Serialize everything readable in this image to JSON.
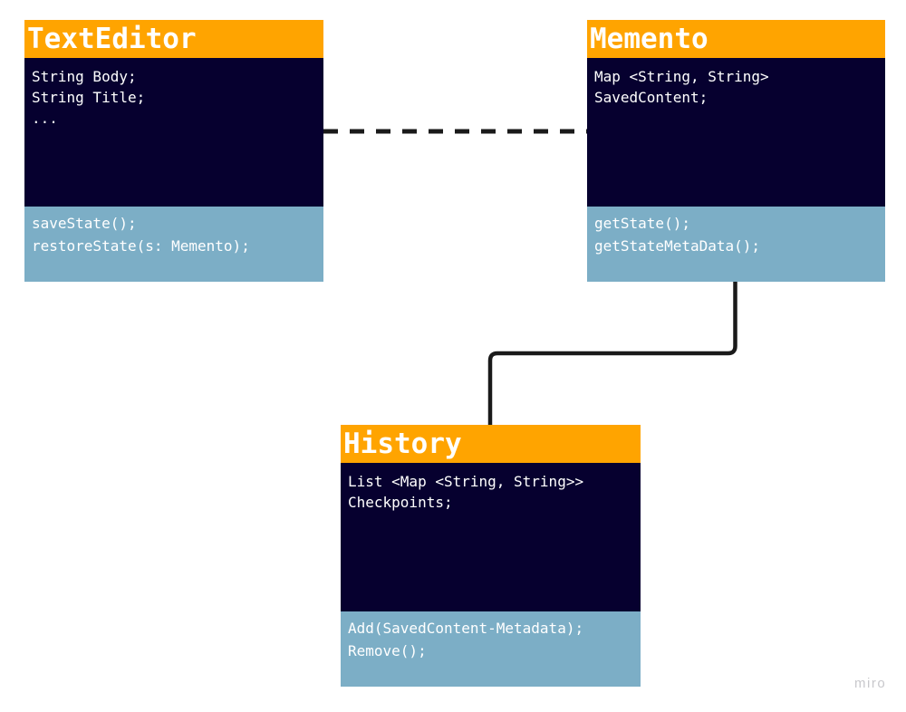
{
  "colors": {
    "canvas_bg": "#FFFFFF",
    "header_bg": "#FFA400",
    "fields_bg": "#06002F",
    "methods_bg": "#7CAEC6",
    "title_color": "#FFFFFF",
    "code_color": "#FFFFFF",
    "connector_color": "#1A1A1A",
    "watermark_color": "#C8C8CC"
  },
  "classes": [
    {
      "id": "texteditor",
      "title": "TextEditor",
      "fields": [
        "String Body;",
        "String Title;",
        "..."
      ],
      "methods": [
        "saveState();",
        "restoreState(s: Memento);"
      ]
    },
    {
      "id": "memento",
      "title": "Memento",
      "fields": [
        "Map <String, String>",
        "SavedContent;"
      ],
      "methods": [
        "getState();",
        "getStateMetaData();"
      ]
    },
    {
      "id": "history",
      "title": "History",
      "fields": [
        "List <Map <String, String>>",
        "Checkpoints;"
      ],
      "methods": [
        "Add(SavedContent-Metadata);",
        "Remove();"
      ]
    }
  ],
  "connectors": [
    {
      "type": "dashed-line",
      "from": "texteditor",
      "to": "memento"
    },
    {
      "type": "elbow-line",
      "from": "memento",
      "to": "history"
    }
  ],
  "watermark": "miro"
}
